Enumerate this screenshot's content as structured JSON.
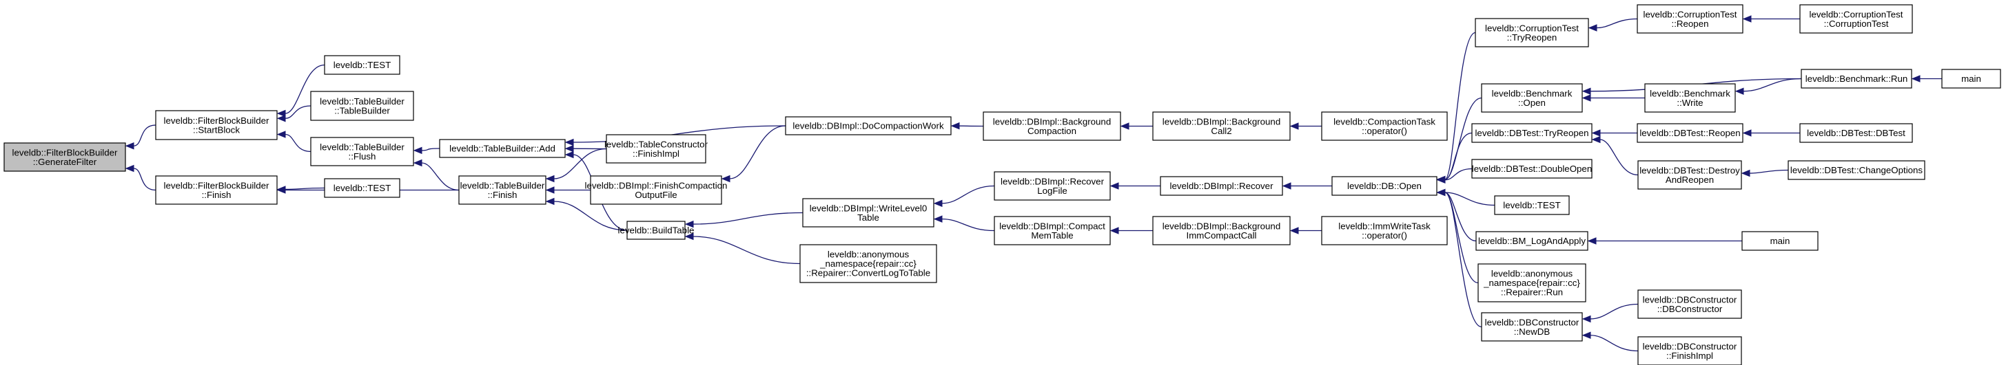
{
  "graph": {
    "arrow_color": "#191970",
    "root_fill": "#bfbfbf",
    "nodes": [
      {
        "id": "n0",
        "lines": [
          "leveldb::FilterBlockBuilder",
          "::GenerateFilter"
        ],
        "root": true
      },
      {
        "id": "n1",
        "lines": [
          "leveldb::FilterBlockBuilder",
          "::StartBlock"
        ]
      },
      {
        "id": "n2",
        "lines": [
          "leveldb::FilterBlockBuilder",
          "::Finish"
        ]
      },
      {
        "id": "n3",
        "lines": [
          "leveldb::TEST"
        ]
      },
      {
        "id": "n4",
        "lines": [
          "leveldb::TableBuilder",
          "::TableBuilder"
        ]
      },
      {
        "id": "n5",
        "lines": [
          "leveldb::TableBuilder",
          "::Flush"
        ]
      },
      {
        "id": "n6",
        "lines": [
          "leveldb::TEST"
        ]
      },
      {
        "id": "n7",
        "lines": [
          "leveldb::TableBuilder::Add"
        ]
      },
      {
        "id": "n8",
        "lines": [
          "leveldb::TableBuilder",
          "::Finish"
        ]
      },
      {
        "id": "n9",
        "lines": [
          "leveldb::TableConstructor",
          "::FinishImpl"
        ]
      },
      {
        "id": "n10",
        "lines": [
          "leveldb::DBImpl::FinishCompaction",
          "OutputFile"
        ]
      },
      {
        "id": "n11",
        "lines": [
          "leveldb::BuildTable"
        ]
      },
      {
        "id": "n12",
        "lines": [
          "leveldb::DBImpl::DoCompactionWork"
        ]
      },
      {
        "id": "n13",
        "lines": [
          "leveldb::DBImpl::WriteLevel0",
          "Table"
        ]
      },
      {
        "id": "n14",
        "lines": [
          "leveldb::anonymous",
          "_namespace{repair::cc}",
          "::Repairer::ConvertLogToTable"
        ]
      },
      {
        "id": "n15",
        "lines": [
          "leveldb::DBImpl::Background",
          "Compaction"
        ]
      },
      {
        "id": "n16",
        "lines": [
          "leveldb::DBImpl::Recover",
          "LogFile"
        ]
      },
      {
        "id": "n17",
        "lines": [
          "leveldb::DBImpl::Compact",
          "MemTable"
        ]
      },
      {
        "id": "n18",
        "lines": [
          "leveldb::DBImpl::Background",
          "Call2"
        ]
      },
      {
        "id": "n19",
        "lines": [
          "leveldb::DBImpl::Recover"
        ]
      },
      {
        "id": "n20",
        "lines": [
          "leveldb::DBImpl::Background",
          "ImmCompactCall"
        ]
      },
      {
        "id": "n21",
        "lines": [
          "leveldb::CompactionTask",
          "::operator()"
        ]
      },
      {
        "id": "n22",
        "lines": [
          "leveldb::DB::Open"
        ]
      },
      {
        "id": "n23",
        "lines": [
          "leveldb::ImmWriteTask",
          "::operator()"
        ]
      },
      {
        "id": "n24",
        "lines": [
          "leveldb::CorruptionTest",
          "::TryReopen"
        ]
      },
      {
        "id": "n25",
        "lines": [
          "leveldb::Benchmark",
          "::Open"
        ]
      },
      {
        "id": "n26",
        "lines": [
          "leveldb::DBTest::TryReopen"
        ]
      },
      {
        "id": "n27",
        "lines": [
          "leveldb::DBTest::DoubleOpen"
        ]
      },
      {
        "id": "n28",
        "lines": [
          "leveldb::TEST"
        ]
      },
      {
        "id": "n29",
        "lines": [
          "leveldb::BM_LogAndApply"
        ]
      },
      {
        "id": "n30",
        "lines": [
          "leveldb::anonymous",
          "_namespace{repair::cc}",
          "::Repairer::Run"
        ]
      },
      {
        "id": "n31",
        "lines": [
          "leveldb::DBConstructor",
          "::NewDB"
        ]
      },
      {
        "id": "n32",
        "lines": [
          "leveldb::CorruptionTest",
          "::Reopen"
        ]
      },
      {
        "id": "n33",
        "lines": [
          "leveldb::Benchmark",
          "::Write"
        ]
      },
      {
        "id": "n34",
        "lines": [
          "leveldb::DBTest::Reopen"
        ]
      },
      {
        "id": "n35",
        "lines": [
          "leveldb::DBTest::Destroy",
          "AndReopen"
        ]
      },
      {
        "id": "n36",
        "lines": [
          "main"
        ]
      },
      {
        "id": "n37",
        "lines": [
          "leveldb::DBConstructor",
          "::DBConstructor"
        ]
      },
      {
        "id": "n38",
        "lines": [
          "leveldb::DBConstructor",
          "::FinishImpl"
        ]
      },
      {
        "id": "n39",
        "lines": [
          "leveldb::CorruptionTest",
          "::CorruptionTest"
        ]
      },
      {
        "id": "n40",
        "lines": [
          "leveldb::Benchmark::Run"
        ]
      },
      {
        "id": "n41",
        "lines": [
          "leveldb::DBTest::DBTest"
        ]
      },
      {
        "id": "n42",
        "lines": [
          "leveldb::DBTest::ChangeOptions"
        ]
      },
      {
        "id": "n43",
        "lines": [
          "main"
        ]
      }
    ],
    "edges": [
      [
        "n1",
        "n0"
      ],
      [
        "n2",
        "n0"
      ],
      [
        "n3",
        "n1"
      ],
      [
        "n4",
        "n1"
      ],
      [
        "n5",
        "n1"
      ],
      [
        "n6",
        "n2"
      ],
      [
        "n8",
        "n2"
      ],
      [
        "n7",
        "n5"
      ],
      [
        "n8",
        "n5"
      ],
      [
        "n9",
        "n7"
      ],
      [
        "n11",
        "n7"
      ],
      [
        "n12",
        "n7"
      ],
      [
        "n9",
        "n8"
      ],
      [
        "n10",
        "n8"
      ],
      [
        "n11",
        "n8"
      ],
      [
        "n12",
        "n10"
      ],
      [
        "n13",
        "n11"
      ],
      [
        "n14",
        "n11"
      ],
      [
        "n15",
        "n12"
      ],
      [
        "n16",
        "n13"
      ],
      [
        "n17",
        "n13"
      ],
      [
        "n18",
        "n15"
      ],
      [
        "n19",
        "n16"
      ],
      [
        "n20",
        "n17"
      ],
      [
        "n21",
        "n18"
      ],
      [
        "n22",
        "n19"
      ],
      [
        "n23",
        "n20"
      ],
      [
        "n24",
        "n22"
      ],
      [
        "n25",
        "n22"
      ],
      [
        "n26",
        "n22"
      ],
      [
        "n27",
        "n22"
      ],
      [
        "n28",
        "n22"
      ],
      [
        "n29",
        "n22"
      ],
      [
        "n30",
        "n22"
      ],
      [
        "n31",
        "n22"
      ],
      [
        "n32",
        "n24"
      ],
      [
        "n39",
        "n32"
      ],
      [
        "n33",
        "n25"
      ],
      [
        "n40",
        "n25"
      ],
      [
        "n40",
        "n33"
      ],
      [
        "n43",
        "n40"
      ],
      [
        "n34",
        "n26"
      ],
      [
        "n35",
        "n26"
      ],
      [
        "n41",
        "n34"
      ],
      [
        "n42",
        "n35"
      ],
      [
        "n36",
        "n29"
      ],
      [
        "n37",
        "n31"
      ],
      [
        "n38",
        "n31"
      ]
    ]
  }
}
